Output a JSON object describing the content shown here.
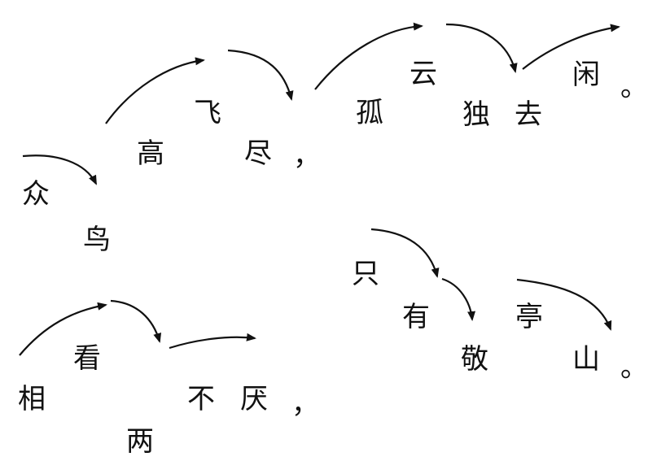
{
  "line1": [
    "众",
    "鸟",
    "高",
    "飞",
    "尽",
    "，",
    "孤",
    "云",
    "独",
    "去",
    "闲",
    "。"
  ],
  "line2": [
    "相",
    "看",
    "两",
    "不",
    "厌",
    "，",
    "只",
    "有",
    "敬",
    "亭",
    "山",
    "。"
  ]
}
